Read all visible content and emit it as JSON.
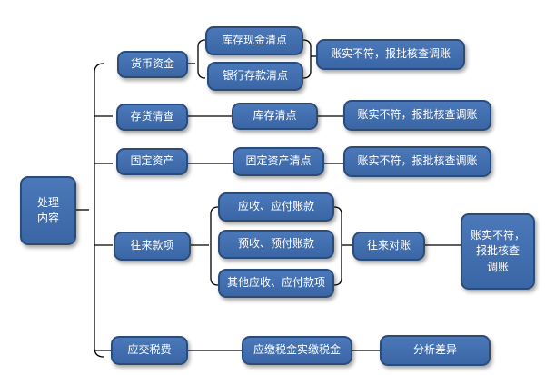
{
  "root": {
    "label": "处理\n内容"
  },
  "categories": {
    "cash": {
      "label": "货币资金"
    },
    "inventory": {
      "label": "存货清查"
    },
    "fixed_assets": {
      "label": "固定资产"
    },
    "receivables": {
      "label": "往来款项"
    },
    "taxes": {
      "label": "应交税费"
    }
  },
  "items": {
    "cash_count": {
      "label": "库存现金清点"
    },
    "bank_count": {
      "label": "银行存款清点"
    },
    "stock_count": {
      "label": "库存清点"
    },
    "fixed_asset_count": {
      "label": "固定资产清点"
    },
    "ar_ap": {
      "label": "应收、应付账款"
    },
    "advance": {
      "label": "预收、预付账款"
    },
    "other_ar_ap": {
      "label": "其他应收、应付款项"
    },
    "reconcile": {
      "label": "往来对账"
    },
    "tax_paid": {
      "label": "应缴税金实缴税金"
    }
  },
  "actions": {
    "cash_action": {
      "label": "账实不符，报批核查调账"
    },
    "inventory_action": {
      "label": "账实不符，报批核查调账"
    },
    "fixed_assets_action": {
      "label": "账实不符，报批核查调账"
    },
    "receivables_action": {
      "label": "账实不符，\n报批核查\n调账"
    },
    "taxes_action": {
      "label": "分析差异"
    }
  },
  "colors": {
    "box_fill": "#3f6cad",
    "box_border": "#2c4c78",
    "connector": "#000000"
  }
}
